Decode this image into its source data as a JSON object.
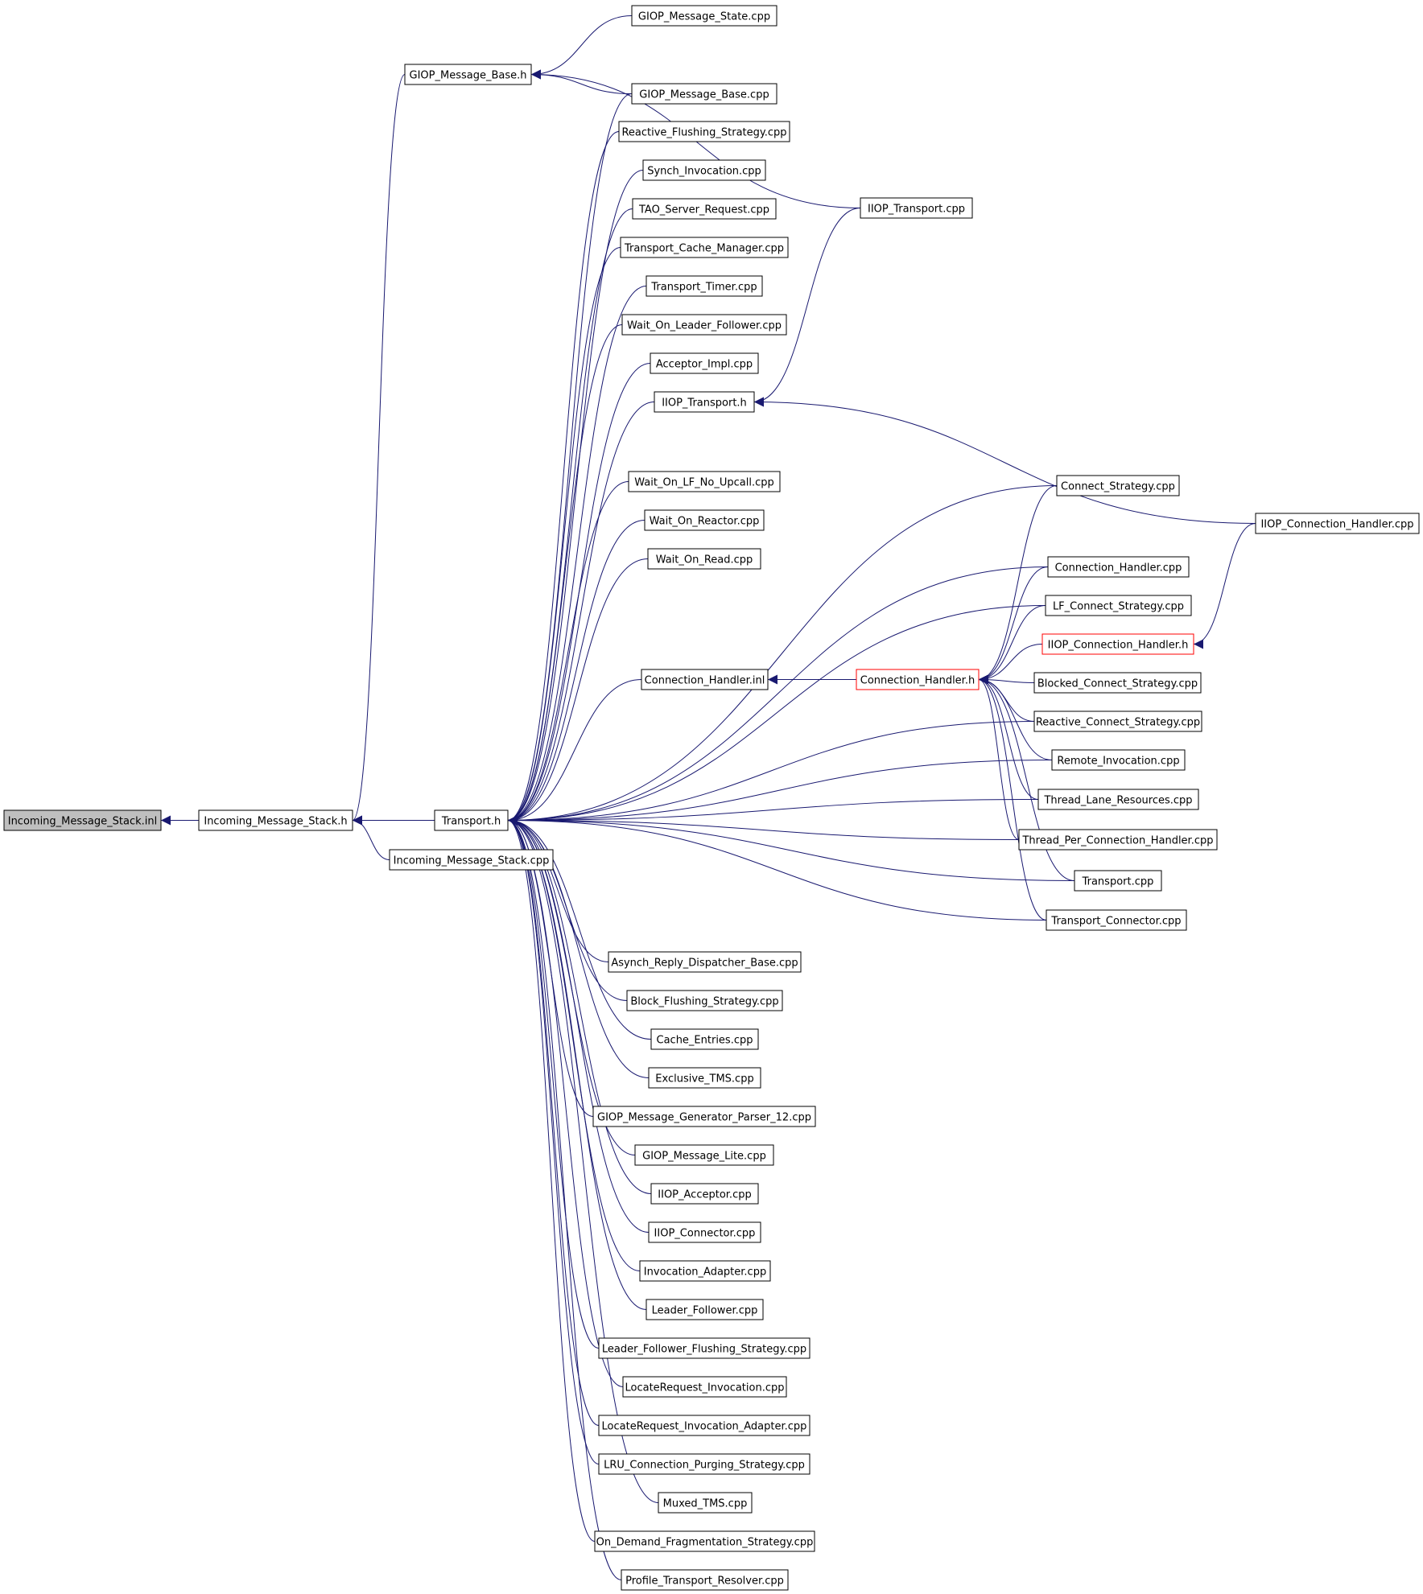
{
  "colors": {
    "edge": "#191970",
    "node_border": "#000000",
    "node_border_highlight": "#ff0000",
    "root_fill": "#bfbfbf",
    "background": "#ffffff"
  },
  "nodes": [
    {
      "id": "root",
      "label": "Incoming_Message_Stack.inl",
      "style": "root"
    },
    {
      "id": "ims_h",
      "label": "Incoming_Message_Stack.h"
    },
    {
      "id": "gmb_h",
      "label": "GIOP_Message_Base.h"
    },
    {
      "id": "ims_cpp",
      "label": "Incoming_Message_Stack.cpp"
    },
    {
      "id": "transport_h",
      "label": "Transport.h"
    },
    {
      "id": "gms_cpp",
      "label": "GIOP_Message_State.cpp"
    },
    {
      "id": "gmb_cpp",
      "label": "GIOP_Message_Base.cpp"
    },
    {
      "id": "iiop_transport_cpp",
      "label": "IIOP_Transport.cpp"
    },
    {
      "id": "rfs_cpp",
      "label": "Reactive_Flushing_Strategy.cpp"
    },
    {
      "id": "si_cpp",
      "label": "Synch_Invocation.cpp"
    },
    {
      "id": "tsr_cpp",
      "label": "TAO_Server_Request.cpp"
    },
    {
      "id": "tcm_cpp",
      "label": "Transport_Cache_Manager.cpp"
    },
    {
      "id": "tt_cpp",
      "label": "Transport_Timer.cpp"
    },
    {
      "id": "wolf_cpp",
      "label": "Wait_On_Leader_Follower.cpp"
    },
    {
      "id": "ai_cpp",
      "label": "Acceptor_Impl.cpp"
    },
    {
      "id": "iiop_transport_h",
      "label": "IIOP_Transport.h"
    },
    {
      "id": "wolfnu_cpp",
      "label": "Wait_On_LF_No_Upcall.cpp"
    },
    {
      "id": "wor_cpp",
      "label": "Wait_On_Reactor.cpp"
    },
    {
      "id": "worr_cpp",
      "label": "Wait_On_Read.cpp"
    },
    {
      "id": "cs_cpp",
      "label": "Connect_Strategy.cpp"
    },
    {
      "id": "iiop_ch_cpp",
      "label": "IIOP_Connection_Handler.cpp"
    },
    {
      "id": "ch_cpp",
      "label": "Connection_Handler.cpp"
    },
    {
      "id": "lfcs_cpp",
      "label": "LF_Connect_Strategy.cpp"
    },
    {
      "id": "iiop_ch_h",
      "label": "IIOP_Connection_Handler.h",
      "style": "highlight"
    },
    {
      "id": "ch_inl",
      "label": "Connection_Handler.inl"
    },
    {
      "id": "ch_h",
      "label": "Connection_Handler.h",
      "style": "highlight"
    },
    {
      "id": "bcs_cpp",
      "label": "Blocked_Connect_Strategy.cpp"
    },
    {
      "id": "rcs_cpp",
      "label": "Reactive_Connect_Strategy.cpp"
    },
    {
      "id": "ri_cpp",
      "label": "Remote_Invocation.cpp"
    },
    {
      "id": "tlr_cpp",
      "label": "Thread_Lane_Resources.cpp"
    },
    {
      "id": "tpch_cpp",
      "label": "Thread_Per_Connection_Handler.cpp"
    },
    {
      "id": "transport_cpp",
      "label": "Transport.cpp"
    },
    {
      "id": "tc_cpp",
      "label": "Transport_Connector.cpp"
    },
    {
      "id": "ardb_cpp",
      "label": "Asynch_Reply_Dispatcher_Base.cpp"
    },
    {
      "id": "bfs_cpp",
      "label": "Block_Flushing_Strategy.cpp"
    },
    {
      "id": "ce_cpp",
      "label": "Cache_Entries.cpp"
    },
    {
      "id": "etms_cpp",
      "label": "Exclusive_TMS.cpp"
    },
    {
      "id": "gmgp12_cpp",
      "label": "GIOP_Message_Generator_Parser_12.cpp"
    },
    {
      "id": "gml_cpp",
      "label": "GIOP_Message_Lite.cpp"
    },
    {
      "id": "iiop_acc_cpp",
      "label": "IIOP_Acceptor.cpp"
    },
    {
      "id": "iiop_con_cpp",
      "label": "IIOP_Connector.cpp"
    },
    {
      "id": "ia_cpp",
      "label": "Invocation_Adapter.cpp"
    },
    {
      "id": "lf_cpp",
      "label": "Leader_Follower.cpp"
    },
    {
      "id": "lffs_cpp",
      "label": "Leader_Follower_Flushing_Strategy.cpp"
    },
    {
      "id": "lri_cpp",
      "label": "LocateRequest_Invocation.cpp"
    },
    {
      "id": "lria_cpp",
      "label": "LocateRequest_Invocation_Adapter.cpp"
    },
    {
      "id": "lru_cpp",
      "label": "LRU_Connection_Purging_Strategy.cpp"
    },
    {
      "id": "mtms_cpp",
      "label": "Muxed_TMS.cpp"
    },
    {
      "id": "odfs_cpp",
      "label": "On_Demand_Fragmentation_Strategy.cpp"
    },
    {
      "id": "ptr_cpp",
      "label": "Profile_Transport_Resolver.cpp"
    }
  ],
  "edges": [
    {
      "from": "ims_h",
      "to": "root"
    },
    {
      "from": "transport_h",
      "to": "ims_h"
    },
    {
      "from": "gmb_h",
      "to": "ims_h"
    },
    {
      "from": "ims_cpp",
      "to": "ims_h"
    },
    {
      "from": "gms_cpp",
      "to": "gmb_h"
    },
    {
      "from": "gmb_cpp",
      "to": "gmb_h"
    },
    {
      "from": "iiop_transport_cpp",
      "to": "gmb_h"
    },
    {
      "from": "iiop_transport_cpp",
      "to": "iiop_transport_h"
    },
    {
      "from": "iiop_ch_cpp",
      "to": "iiop_transport_h"
    },
    {
      "from": "iiop_ch_cpp",
      "to": "iiop_ch_h"
    },
    {
      "from": "gmb_cpp",
      "to": "transport_h"
    },
    {
      "from": "rfs_cpp",
      "to": "transport_h"
    },
    {
      "from": "si_cpp",
      "to": "transport_h"
    },
    {
      "from": "tsr_cpp",
      "to": "transport_h"
    },
    {
      "from": "tcm_cpp",
      "to": "transport_h"
    },
    {
      "from": "tt_cpp",
      "to": "transport_h"
    },
    {
      "from": "wolf_cpp",
      "to": "transport_h"
    },
    {
      "from": "ai_cpp",
      "to": "transport_h"
    },
    {
      "from": "iiop_transport_h",
      "to": "transport_h"
    },
    {
      "from": "cs_cpp",
      "to": "transport_h"
    },
    {
      "from": "wolfnu_cpp",
      "to": "transport_h"
    },
    {
      "from": "wor_cpp",
      "to": "transport_h"
    },
    {
      "from": "worr_cpp",
      "to": "transport_h"
    },
    {
      "from": "ch_cpp",
      "to": "transport_h"
    },
    {
      "from": "lfcs_cpp",
      "to": "transport_h"
    },
    {
      "from": "ch_inl",
      "to": "transport_h"
    },
    {
      "from": "rcs_cpp",
      "to": "transport_h"
    },
    {
      "from": "ri_cpp",
      "to": "transport_h"
    },
    {
      "from": "tlr_cpp",
      "to": "transport_h"
    },
    {
      "from": "tpch_cpp",
      "to": "transport_h"
    },
    {
      "from": "transport_cpp",
      "to": "transport_h"
    },
    {
      "from": "tc_cpp",
      "to": "transport_h"
    },
    {
      "from": "ardb_cpp",
      "to": "transport_h"
    },
    {
      "from": "bfs_cpp",
      "to": "transport_h"
    },
    {
      "from": "ce_cpp",
      "to": "transport_h"
    },
    {
      "from": "etms_cpp",
      "to": "transport_h"
    },
    {
      "from": "gmgp12_cpp",
      "to": "transport_h"
    },
    {
      "from": "gml_cpp",
      "to": "transport_h"
    },
    {
      "from": "iiop_acc_cpp",
      "to": "transport_h"
    },
    {
      "from": "iiop_con_cpp",
      "to": "transport_h"
    },
    {
      "from": "ia_cpp",
      "to": "transport_h"
    },
    {
      "from": "lf_cpp",
      "to": "transport_h"
    },
    {
      "from": "lffs_cpp",
      "to": "transport_h"
    },
    {
      "from": "lri_cpp",
      "to": "transport_h"
    },
    {
      "from": "lria_cpp",
      "to": "transport_h"
    },
    {
      "from": "lru_cpp",
      "to": "transport_h"
    },
    {
      "from": "mtms_cpp",
      "to": "transport_h"
    },
    {
      "from": "odfs_cpp",
      "to": "transport_h"
    },
    {
      "from": "ptr_cpp",
      "to": "transport_h"
    },
    {
      "from": "ch_h",
      "to": "ch_inl"
    },
    {
      "from": "cs_cpp",
      "to": "ch_h"
    },
    {
      "from": "ch_cpp",
      "to": "ch_h"
    },
    {
      "from": "lfcs_cpp",
      "to": "ch_h"
    },
    {
      "from": "iiop_ch_h",
      "to": "ch_h"
    },
    {
      "from": "bcs_cpp",
      "to": "ch_h"
    },
    {
      "from": "rcs_cpp",
      "to": "ch_h"
    },
    {
      "from": "ri_cpp",
      "to": "ch_h"
    },
    {
      "from": "tlr_cpp",
      "to": "ch_h"
    },
    {
      "from": "tpch_cpp",
      "to": "ch_h"
    },
    {
      "from": "transport_cpp",
      "to": "ch_h"
    },
    {
      "from": "tc_cpp",
      "to": "ch_h"
    }
  ]
}
